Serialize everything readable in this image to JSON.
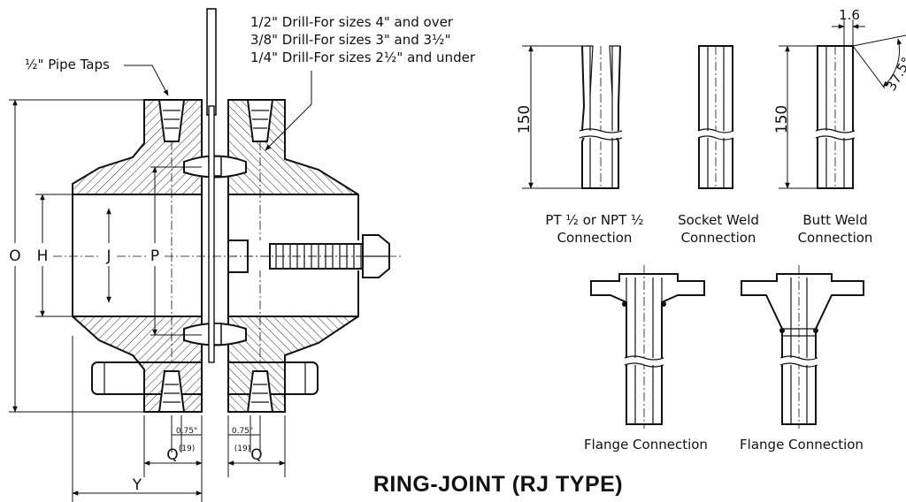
{
  "title": "RING-JOINT (RJ TYPE)",
  "notes": {
    "pipe_taps": "½\" Pipe Taps",
    "drill_1": "1/2\" Drill-For sizes 4\" and over",
    "drill_2": "3/8\" Drill-For sizes 3\" and 3½\"",
    "drill_3": "1/4\" Drill-For sizes 2½\" and under"
  },
  "dimensions": {
    "O": "O",
    "H": "H",
    "J": "J",
    "P": "P",
    "Q_left": "Q",
    "Q_right": "Q",
    "Y": "Y",
    "tap_left": "0.75\"",
    "tap_left_mm": "(19)",
    "tap_right": "0.75\"",
    "tap_right_mm": "(19)"
  },
  "details": {
    "length_1": "150",
    "length_2": "150",
    "bevel_width": "1.6",
    "bevel_angle": "37.5°",
    "pt_label_1": "PT ½ or NPT ½",
    "pt_label_2": "Connection",
    "socket_label_1": "Socket Weld",
    "socket_label_2": "Connection",
    "butt_label_1": "Butt Weld",
    "butt_label_2": "Connection",
    "flange_label_1": "Flange Connection",
    "flange_label_2": "Flange Connection"
  }
}
